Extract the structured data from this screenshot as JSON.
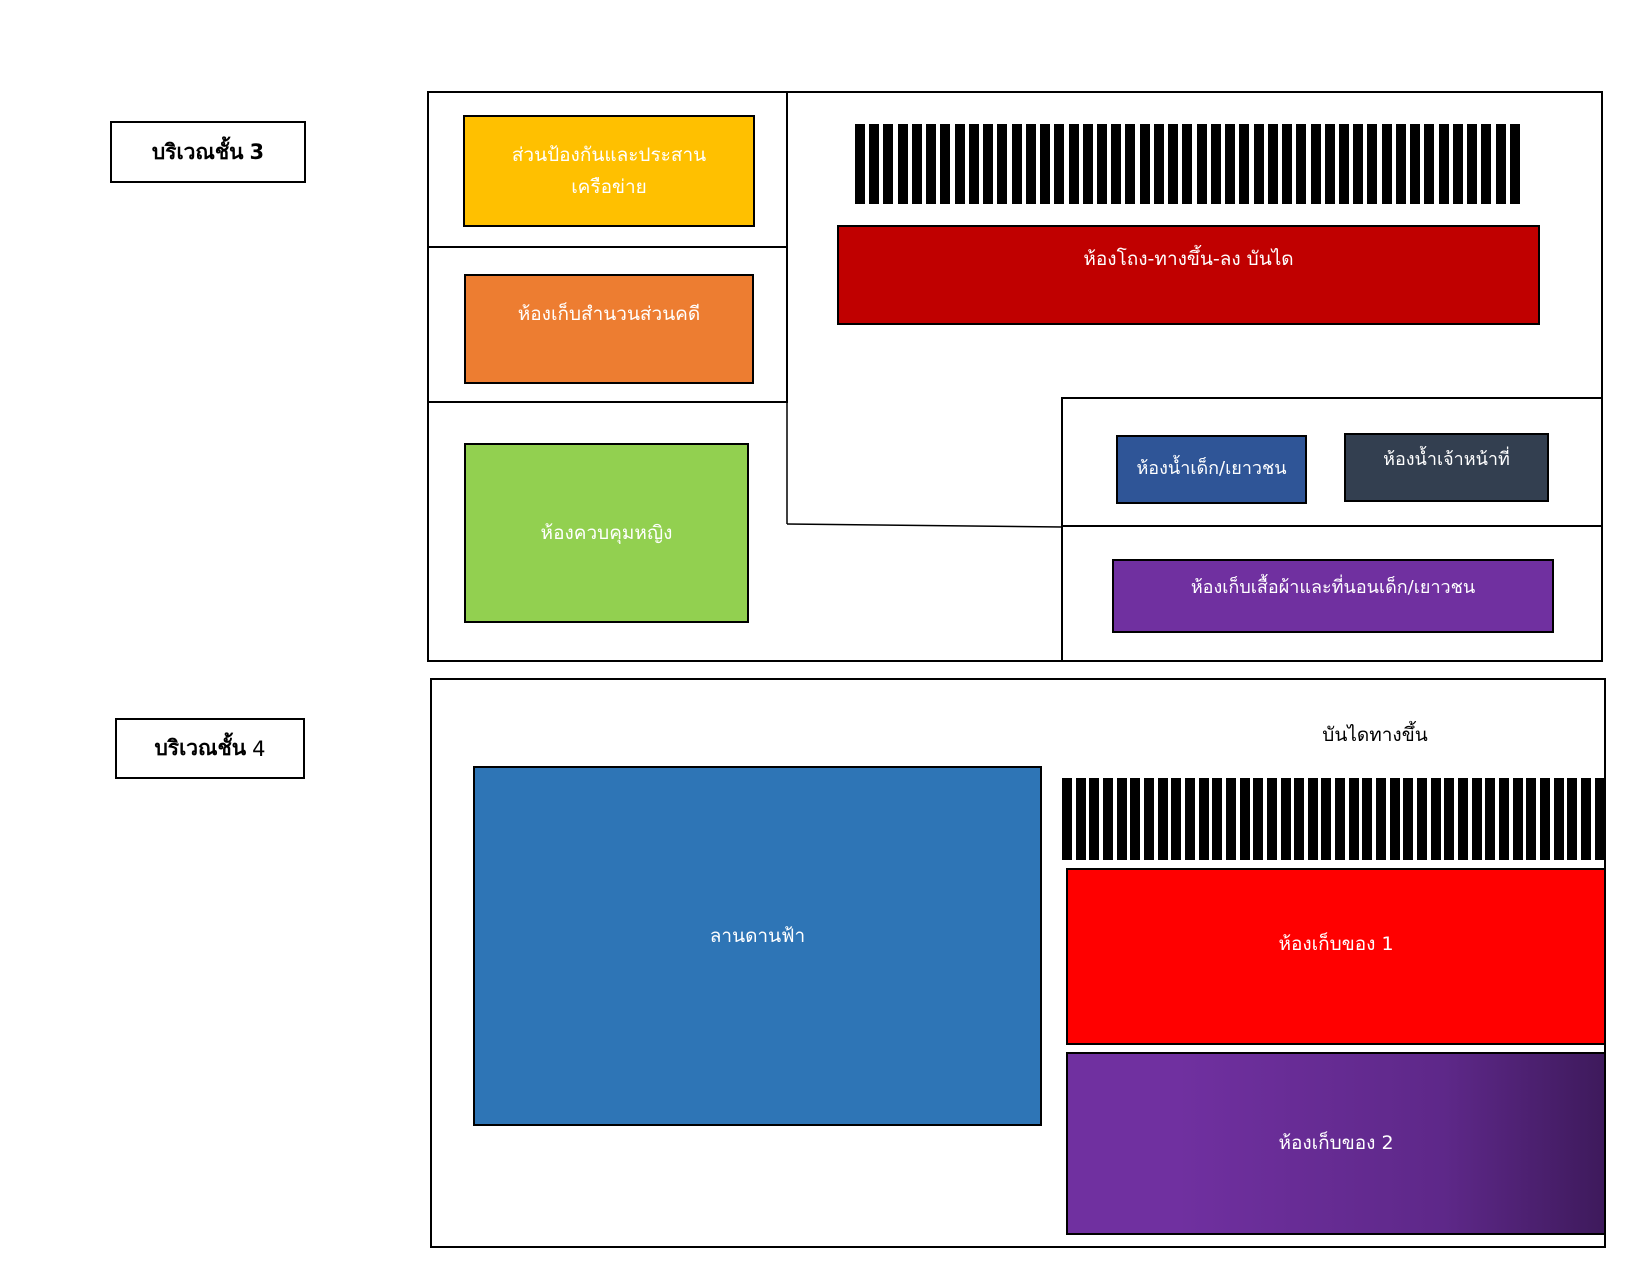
{
  "floor3": {
    "label": "บริเวณชั้น",
    "number": "3",
    "rooms": {
      "network_defense": "ส่วนป้องกันและประสานเครือข่าย",
      "case_storage": "ห้องเก็บสำนวนส่วนคดี",
      "women_detention": "ห้องควบคุมหญิง",
      "hall_stairs": "ห้องโถง-ทางขึ้น-ลง บันได",
      "youth_restroom": "ห้องน้ำเด็ก/เยาวชน",
      "staff_restroom": "ห้องน้ำเจ้าหน้าที่",
      "youth_clothes_storage": "ห้องเก็บเสื้อผ้าและที่นอนเด็ก/เยาวชน"
    }
  },
  "floor4": {
    "label": "บริเวณชั้น",
    "number": "4",
    "stairs_label": "บันไดทางขึ้น",
    "rooms": {
      "rooftop": "ลานดานฟ้า",
      "storage1": "ห้องเก็บของ 1",
      "storage2": "ห้องเก็บของ 2"
    }
  },
  "colors": {
    "network_defense": "#FFC000",
    "case_storage": "#ED7D31",
    "women_detention": "#92D050",
    "hall_stairs": "#C00000",
    "youth_restroom": "#2F5597",
    "staff_restroom": "#333F50",
    "youth_clothes_storage": "#7030A0",
    "rooftop": "#2E75B6",
    "storage1": "#FF0000",
    "storage2": "#7030A0"
  }
}
